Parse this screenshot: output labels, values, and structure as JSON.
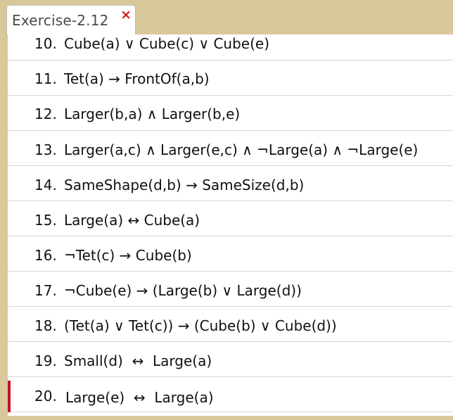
{
  "tab": {
    "title": "Exercise-2.12",
    "close_icon": "×"
  },
  "sentences": [
    {
      "num": "10.",
      "text": "Cube(a) ∨ Cube(c) ∨ Cube(e)"
    },
    {
      "num": "11.",
      "text": "Tet(a) → FrontOf(a,b)"
    },
    {
      "num": "12.",
      "text": "Larger(b,a) ∧ Larger(b,e)"
    },
    {
      "num": "13.",
      "text": "Larger(a,c) ∧ Larger(e,c) ∧ ¬Large(a) ∧ ¬Large(e)"
    },
    {
      "num": "14.",
      "text": "SameShape(d,b) → SameSize(d,b)"
    },
    {
      "num": "15.",
      "text": "Large(a) ↔ Cube(a)"
    },
    {
      "num": "16.",
      "text": "¬Tet(c) → Cube(b)"
    },
    {
      "num": "17.",
      "text": "¬Cube(e) → (Large(b) ∨ Large(d))"
    },
    {
      "num": "18.",
      "text": "(Tet(a) ∨ Tet(c)) → (Cube(b) ∨ Cube(d))"
    },
    {
      "num": "19.",
      "text": "Small(d)  ↔  Large(a)"
    },
    {
      "num": "20.",
      "text": "Large(e)  ↔  Large(a)"
    }
  ],
  "colors": {
    "background": "#d8c89a",
    "close": "#d61a1a",
    "active_marker": "#c8102e"
  }
}
